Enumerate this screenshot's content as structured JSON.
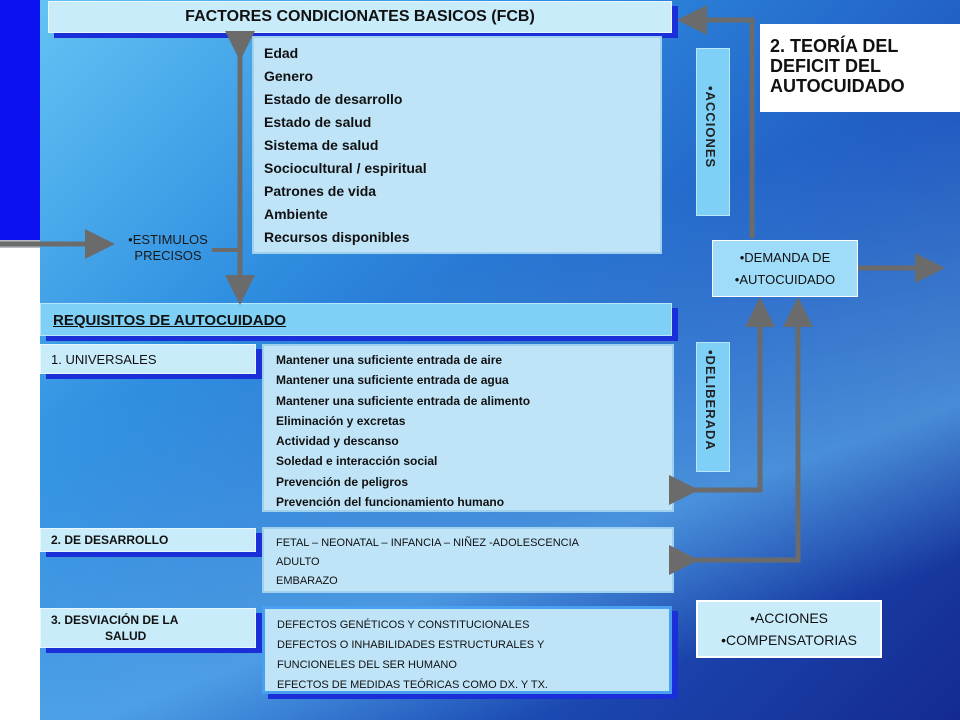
{
  "title": {
    "line1": "2. TEORÍA DEL",
    "line2": "DEFICIT DEL",
    "line3": "AUTOCUIDADO"
  },
  "fcb": {
    "header": "FACTORES CONDICIONATES BASICOS (FCB)",
    "items": [
      "Edad",
      "Genero",
      "Estado de desarrollo",
      "Estado de salud",
      "Sistema de salud",
      "Sociocultural /  espiritual",
      "Patrones de vida",
      "Ambiente",
      "Recursos disponibles"
    ]
  },
  "estimulos": {
    "line1": "•ESTIMULOS",
    "line2": "PRECISOS"
  },
  "acciones_vertical": "•ACCIONES",
  "deliberada_vertical": "•DELIBERADA",
  "demanda": {
    "line1": "•DEMANDA DE",
    "line2": "•AUTOCUIDADO"
  },
  "requisitos": {
    "header": "REQUISITOS DE  AUTOCUIDADO"
  },
  "universales": {
    "label": "1. UNIVERSALES",
    "items": [
      "Mantener una suficiente entrada de aire",
      "Mantener una suficiente entrada de agua",
      "Mantener una suficiente entrada de alimento",
      "Eliminación y excretas",
      "Actividad y descanso",
      "Soledad e interacción social",
      "Prevención de peligros",
      "Prevención del funcionamiento humano"
    ]
  },
  "desarrollo": {
    "label": "2. DE DESARROLLO",
    "items": [
      "FETAL – NEONATAL  – INFANCIA  – NIÑEZ -ADOLESCENCIA",
      "ADULTO",
      "EMBARAZO"
    ]
  },
  "desviacion": {
    "label_line1": "3. DESVIACIÓN DE LA",
    "label_line2": "SALUD",
    "items": [
      "DEFECTOS GENÉTICOS Y CONSTITUCIONALES",
      "DEFECTOS O INHABILIDADES ESTRUCTURALES  Y",
      "FUNCIONELES  DEL  SER HUMANO",
      "EFECTOS DE MEDIDAS TEÓRICAS COMO DX. Y TX."
    ]
  },
  "compensatorias": {
    "line1": "•ACCIONES",
    "line2": "•COMPENSATORIAS"
  },
  "colors": {
    "arrow": "#6b6b6b",
    "shadow": "#1a2fd8",
    "box": "#c9ecfb",
    "left_bar": "#0a10f0"
  }
}
